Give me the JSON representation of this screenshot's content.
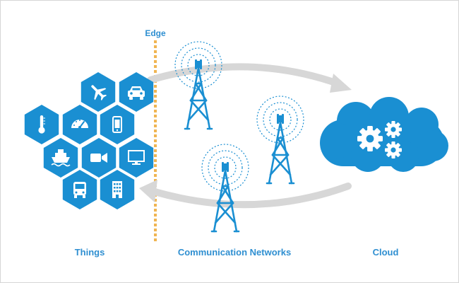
{
  "labels": {
    "edge": "Edge",
    "things": "Things",
    "communication_networks": "Communication Networks",
    "cloud": "Cloud"
  },
  "colors": {
    "blue": "#1a8fd2",
    "light_blue": "#2f8fd1",
    "edge_line": "#f0b552",
    "arrow": "#d7d7d7",
    "white": "#ffffff"
  },
  "things_icons": [
    "airplane-icon",
    "car-icon",
    "thermometer-icon",
    "speedometer-icon",
    "smartphone-icon",
    "ship-icon",
    "video-camera-icon",
    "monitor-icon",
    "bus-icon",
    "building-icon"
  ],
  "cloud_icons": [
    "gear-icon",
    "gear-icon",
    "gear-icon"
  ],
  "network_icons": [
    "cell-tower-icon",
    "cell-tower-icon",
    "cell-tower-icon"
  ]
}
